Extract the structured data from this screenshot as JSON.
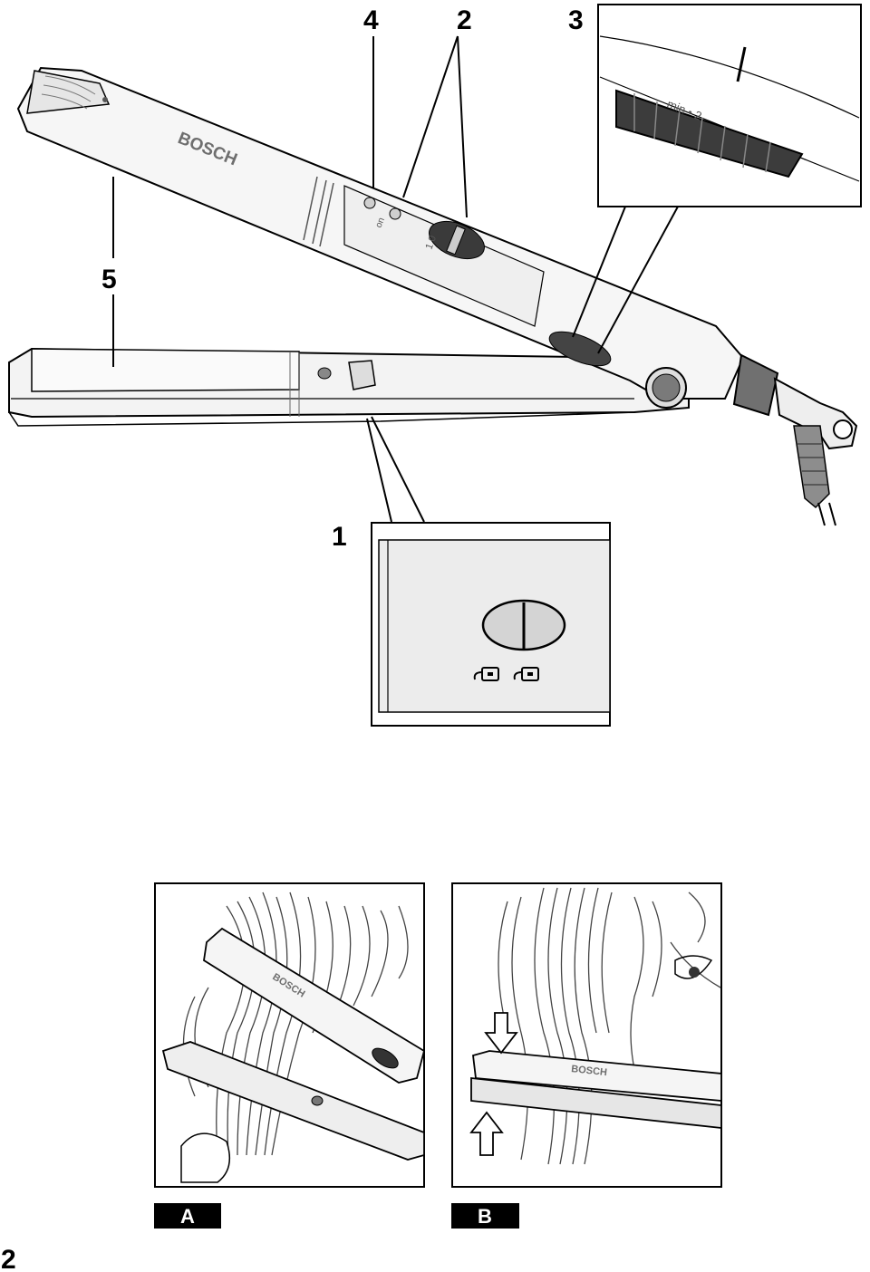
{
  "labels": {
    "num_1": "1",
    "num_2": "2",
    "num_3": "3",
    "num_4": "4",
    "num_5": "5"
  },
  "device": {
    "brand": "BOSCH",
    "switch_marks": "1  0",
    "indicator_mark": "on",
    "dial_marks": "min  •  2"
  },
  "panels": {
    "a_label": "A",
    "b_label": "B"
  },
  "page": {
    "number": "2"
  }
}
